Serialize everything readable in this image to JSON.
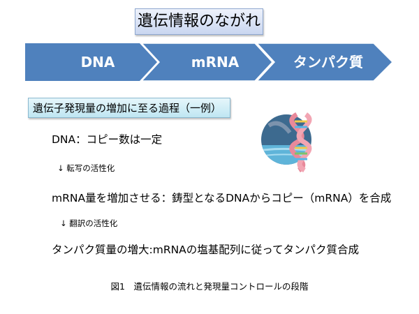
{
  "title": "遺伝情報のながれ",
  "flow": {
    "steps": [
      "DNA",
      "mRNA",
      "タンパク質"
    ],
    "color": "#4f81bd"
  },
  "subtitle": "遺伝子発現量の増加に至る過程（一例）",
  "process": {
    "dna_line": "DNA：コピー数は一定",
    "step1": "↓  転写の活性化",
    "mrna_line": "mRNA量を増加させる：鋳型となるDNAからコピー（mRNA）を合成",
    "step2": "↓  翻訳の活性化",
    "protein_line": "タンパク質量の増大:mRNAの塩基配列に従ってタンパク質合成"
  },
  "illustration": "dna-helix-icon",
  "caption": "図1　遺伝情報の流れと発現量コントロールの段階"
}
